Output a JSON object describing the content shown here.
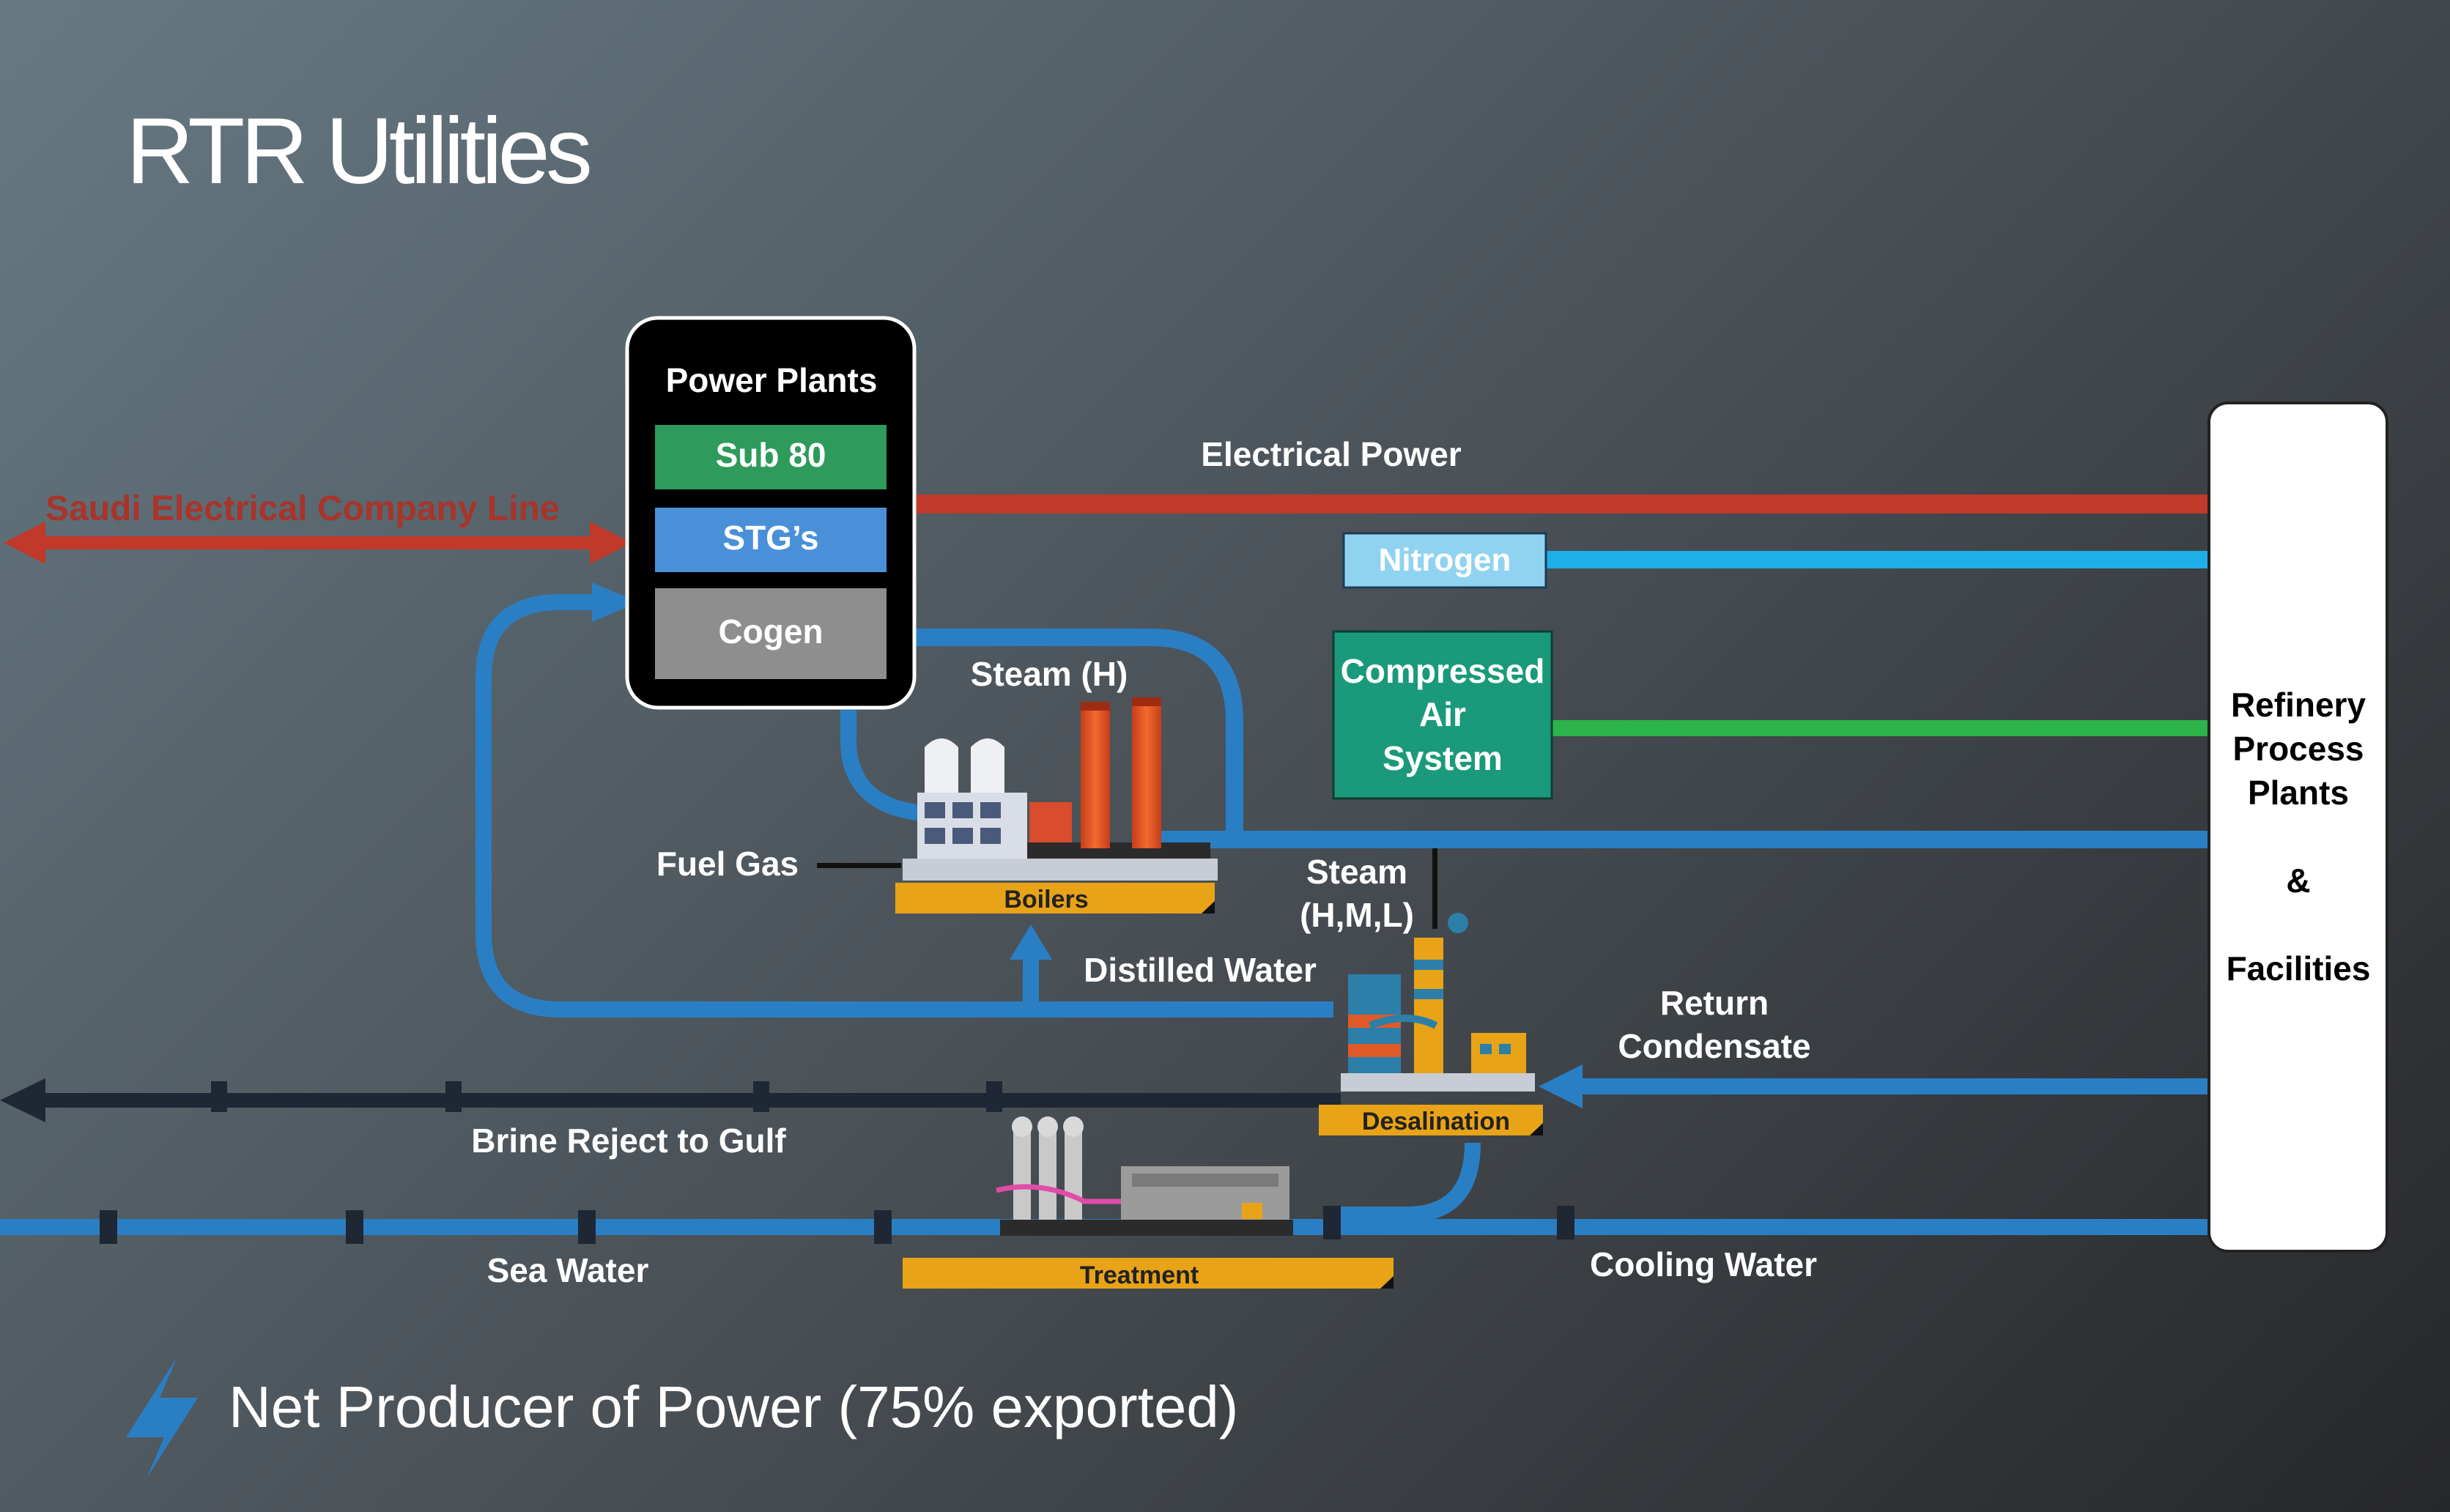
{
  "title": "RTR Utilities",
  "power_plants": {
    "heading": "Power Plants",
    "units": [
      "Sub 80",
      "STG’s",
      "Cogen"
    ]
  },
  "labels": {
    "saudi_line": "Saudi Electrical Company Line",
    "electrical_power": "Electrical Power",
    "nitrogen": "Nitrogen",
    "compressed_air": [
      "Compressed",
      "Air",
      "System"
    ],
    "steam_h": "Steam (H)",
    "fuel_gas": "Fuel Gas",
    "boilers": "Boilers",
    "steam_hml": [
      "Steam",
      "(H,M,L)"
    ],
    "distilled_water": "Distilled Water",
    "return_condensate": [
      "Return",
      "Condensate"
    ],
    "desalination": "Desalination",
    "brine_reject": "Brine Reject to Gulf",
    "sea_water": "Sea Water",
    "treatment": "Treatment",
    "cooling_water": "Cooling Water",
    "refinery": [
      "Refinery",
      "Process",
      "Plants",
      "&",
      "Facilities"
    ]
  },
  "footer": {
    "text": "Net Producer of Power (75% exported)",
    "icon": "lightning-bolt-icon"
  },
  "colors": {
    "electrical": "#c0392b",
    "nitrogen_line": "#1eaee8",
    "nitrogen_box": "#8fd3f0",
    "air_line": "#2cb34a",
    "air_box": "#1a9a7a",
    "water": "#2a7fc4",
    "brine": "#1e2733",
    "sub80": "#2e9a5c",
    "stg": "#4a90d9",
    "cogen": "#8e8e8e",
    "tag": "#e8a317"
  }
}
